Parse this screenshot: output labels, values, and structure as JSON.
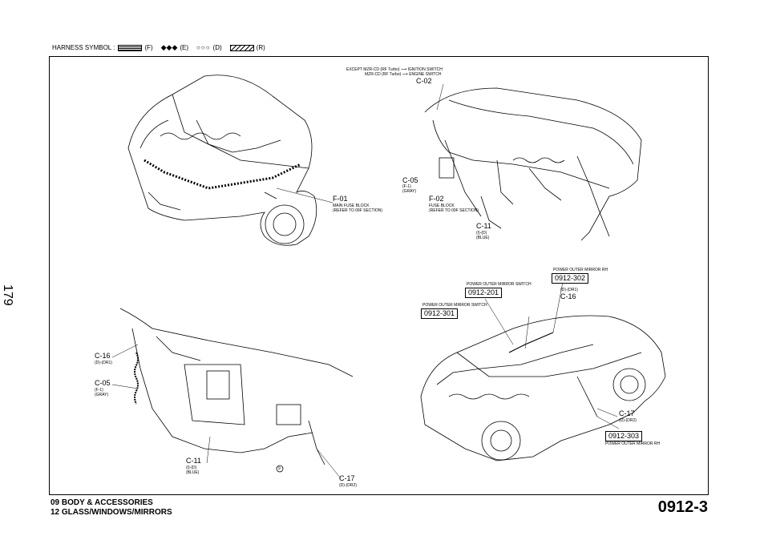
{
  "legend": {
    "title": "HARNESS SYMBOL :",
    "f": "(F)",
    "e_symbol": "◆◆◆",
    "e": "(E)",
    "d_symbol": "○○○",
    "d": "(D)",
    "r": "(R)"
  },
  "page_number": "179",
  "top_left": {
    "f01_code": "F-01",
    "f01_desc": [
      "MAIN FUSE BLOCK",
      "(REFER TO 09F SECTION)"
    ]
  },
  "top_right": {
    "ignition_line1": "EXCEPT MZR-CD (RF Turbo) ⟶ IGNITION SWITCH",
    "ignition_line2": "MZR-CD (RF Turbo) ⟶ ENGINE SWITCH",
    "c02_code": "C-02",
    "c05_code": "C-05",
    "c05_desc": [
      "(F-1)",
      "(GRAY)"
    ],
    "f02_code": "F-02",
    "f02_desc": [
      "FUSE BLOCK",
      "(REFER TO 09F SECTION)"
    ],
    "c11_code": "C-11",
    "c11_desc": [
      "(I)-(D)",
      "(BLUE)"
    ]
  },
  "bottom_left": {
    "c16_code": "C-16",
    "c16_desc": "(D)-(DR1)",
    "c05_code": "C-05",
    "c05_desc": [
      "(F-1)",
      "(GRAY)"
    ],
    "c11_code": "C-11",
    "c11_desc": [
      "(I)-(D)",
      "(BLUE)"
    ],
    "c17_code": "C-17",
    "c17_desc": "(D)-(DR2)",
    "circle_label": "9"
  },
  "bottom_right": {
    "mirror_rh_title": "POWER OUTER MIRROR RH",
    "ref_302": "0912-302",
    "mirror_switch_title_1": "POWER OUTER MIRROR SWITCH",
    "ref_201": "0912-201",
    "mirror_switch_title_2": "POWER OUTER MIRROR SWITCH",
    "ref_301": "0912-301",
    "c16_desc": "(D)-(DR1)",
    "c16_code": "C-16",
    "c17_code": "C-17",
    "c17_desc": "(D)-(DR2)",
    "ref_303": "0912-303",
    "mirror_rh_bottom": "POWER OUTER MIRROR RH"
  },
  "footer": {
    "line1": "09  BODY & ACCESSORIES",
    "line2": "12  GLASS/WINDOWS/MIRRORS",
    "page_id": "0912-3"
  }
}
